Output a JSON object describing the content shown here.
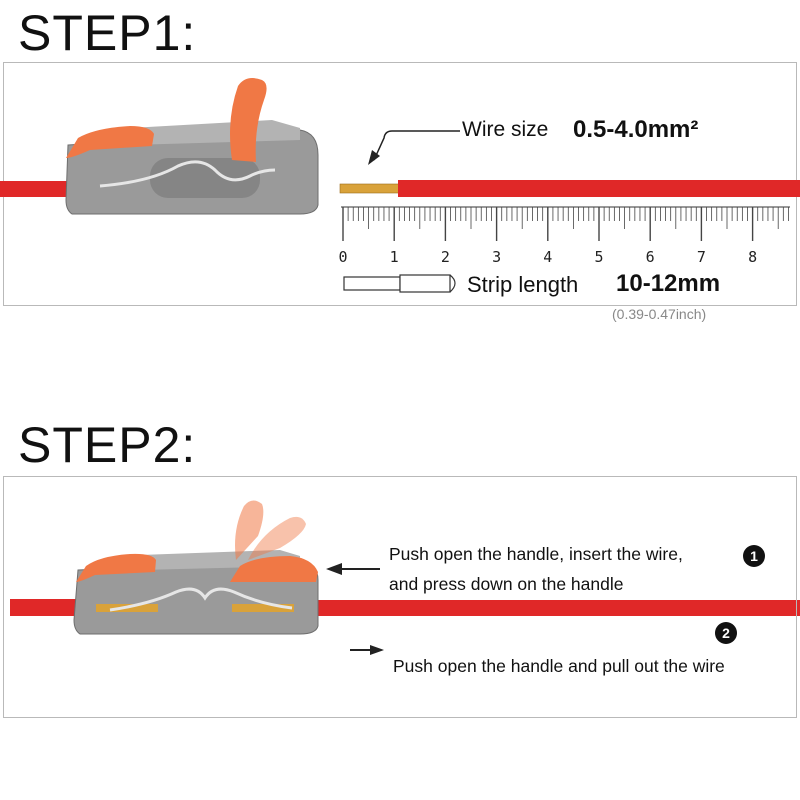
{
  "step1": {
    "title": "STEP1:",
    "wire_size_label": "Wire size",
    "wire_size_value": "0.5-4.0mm²",
    "ruler_labels": [
      "0",
      "1",
      "2",
      "3",
      "4",
      "5",
      "6",
      "7",
      "8"
    ],
    "strip_label": "Strip length",
    "strip_value": "10-12mm",
    "strip_inch": "(0.39-0.47inch)"
  },
  "step2": {
    "title": "STEP2:",
    "instruction1_line1": "Push open the handle, insert the wire,",
    "instruction1_line2": "and press down on the handle",
    "badge1": "1",
    "instruction2": "Push open the handle and pull out the wire",
    "badge2": "2"
  },
  "colors": {
    "wire_red": "#e02828",
    "conductor_gold": "#d9a23a",
    "connector_grey": "#9a9a9a",
    "lever_orange": "#f07845"
  }
}
